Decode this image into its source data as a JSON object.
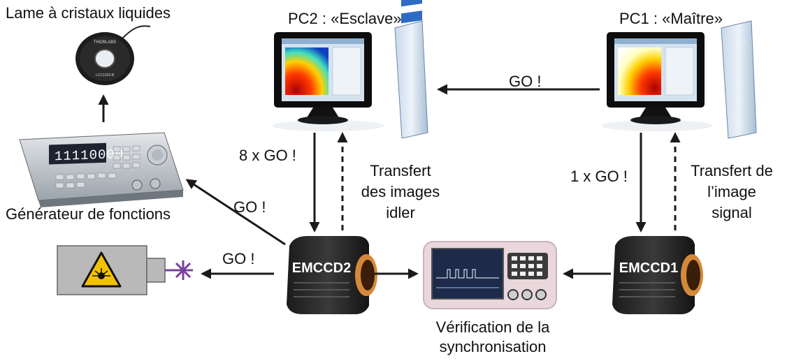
{
  "labels": {
    "lc_plate": "Lame à cristaux liquides",
    "pc2": "PC2 : «Esclave»",
    "pc1": "PC1 : «Maître»",
    "function_generator": "Générateur de fonctions",
    "verification_line1": "Vérification de la",
    "verification_line2": "synchronisation",
    "go_pc1_to_pc2": "GO !",
    "go_to_generator": "GO !",
    "go_to_laser": "GO !",
    "go_8x": "8 x GO !",
    "go_1x": "1 x GO !",
    "transfer_idler_l1": "Transfert",
    "transfer_idler_l2": "des images",
    "transfer_idler_l3": "idler",
    "transfer_signal_l1": "Transfert de",
    "transfer_signal_l2": "l’image",
    "transfer_signal_l3": "signal"
  },
  "devices": {
    "emccd2": "EMCCD2",
    "emccd1": "EMCCD1",
    "generator_display": "11110000",
    "lc_brand": "THORLABS",
    "lc_model": "LCC1223-B"
  },
  "colors": {
    "arrow": "#1a1a1a",
    "laser_star": "#7a3fa0",
    "laser_warning": "#f2c200",
    "monitor_screen": "#cfe0f0",
    "camera_body": "#2b2b2b",
    "camera_ring": "#d4893a"
  }
}
